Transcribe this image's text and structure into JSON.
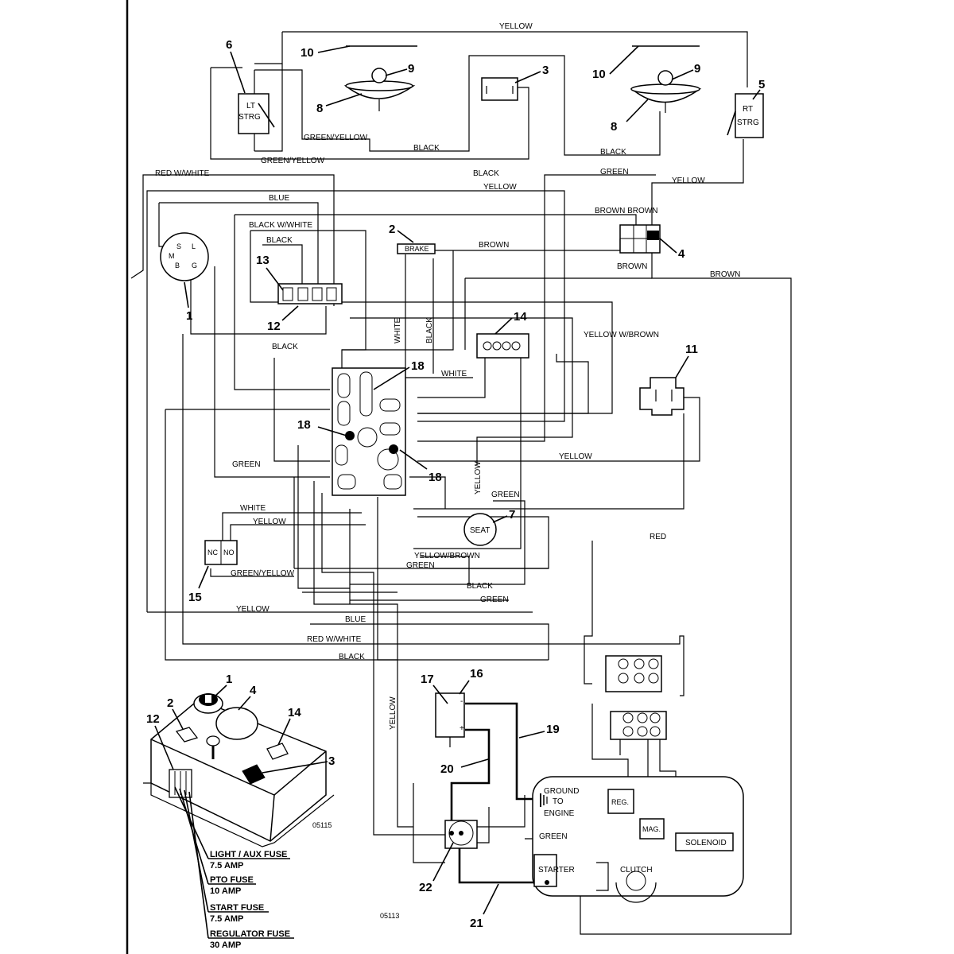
{
  "wire_labels": {
    "yellow_top": "YELLOW",
    "green_yellow_1": "GREEN/YELLOW",
    "green_yellow_2": "GREEN/YELLOW",
    "black_1": "BLACK",
    "black_2": "BLACK",
    "black_3": "BLACK",
    "green_1": "GREEN",
    "red_w_white_top": "RED W/WHITE",
    "yellow_2": "YELLOW",
    "yellow_rt": "YELLOW",
    "blue_top": "BLUE",
    "black_w_white": "BLACK W/WHITE",
    "black_4": "BLACK",
    "brown_brown": "BROWN BROWN",
    "brown_1": "BROWN",
    "brown_2": "BROWN",
    "brown_3": "BROWN",
    "white_v": "WHITE",
    "black_v": "BLACK",
    "black_5": "BLACK",
    "yellow_w_brown": "YELLOW W/BROWN",
    "white_1": "WHITE",
    "green_2": "GREEN",
    "yellow_3": "YELLOW",
    "yellow_v": "YELLOW",
    "green_3": "GREEN",
    "white_2": "WHITE",
    "yellow_4": "YELLOW",
    "red": "RED",
    "green_yellow_3": "GREEN/YELLOW",
    "yellow_brown": "YELLOW/BROWN",
    "green_4": "GREEN",
    "black_6": "BLACK",
    "green_5": "GREEN",
    "yellow_5": "YELLOW",
    "blue_2": "BLUE",
    "red_w_white_2": "RED W/WHITE",
    "black_7": "BLACK",
    "yellow_v2": "YELLOW",
    "green_6": "GREEN"
  },
  "components": {
    "lt_strg_1": "LT",
    "lt_strg_2": "STRG",
    "rt_strg_1": "RT",
    "rt_strg_2": "STRG",
    "brake": "BRAKE",
    "seat": "SEAT",
    "nc": "NC",
    "no": "NO",
    "switch_s": "S",
    "switch_l": "L",
    "switch_m": "M",
    "switch_b": "B",
    "switch_g": "G",
    "ground_1": "GROUND",
    "ground_2": "TO",
    "ground_3": "ENGINE",
    "reg": "REG.",
    "mag": "MAG.",
    "solenoid": "SOLENOID",
    "starter": "STARTER",
    "clutch": "CLUTCH",
    "plus": "+",
    "minus": "-"
  },
  "callouts": {
    "c1": "1",
    "c2": "2",
    "c3": "3",
    "c4": "4",
    "c5": "5",
    "c6": "6",
    "c7": "7",
    "c8a": "8",
    "c8b": "8",
    "c9a": "9",
    "c9b": "9",
    "c10a": "10",
    "c10b": "10",
    "c11": "11",
    "c12": "12",
    "c13": "13",
    "c14": "14",
    "c15": "15",
    "c16": "16",
    "c17": "17",
    "c18a": "18",
    "c18b": "18",
    "c18c": "18",
    "c19": "19",
    "c20": "20",
    "c21": "21",
    "c22": "22",
    "i1": "1",
    "i2": "2",
    "i3": "3",
    "i4": "4",
    "i12": "12",
    "i14": "14"
  },
  "fuses": [
    {
      "name": "LIGHT / AUX FUSE",
      "rating": "7.5 AMP"
    },
    {
      "name": "PTO FUSE",
      "rating": "10 AMP"
    },
    {
      "name": "START FUSE",
      "rating": "7.5 AMP"
    },
    {
      "name": "REGULATOR FUSE",
      "rating": "30 AMP"
    }
  ],
  "part_numbers": {
    "inset": "05115",
    "diagram": "05113"
  }
}
